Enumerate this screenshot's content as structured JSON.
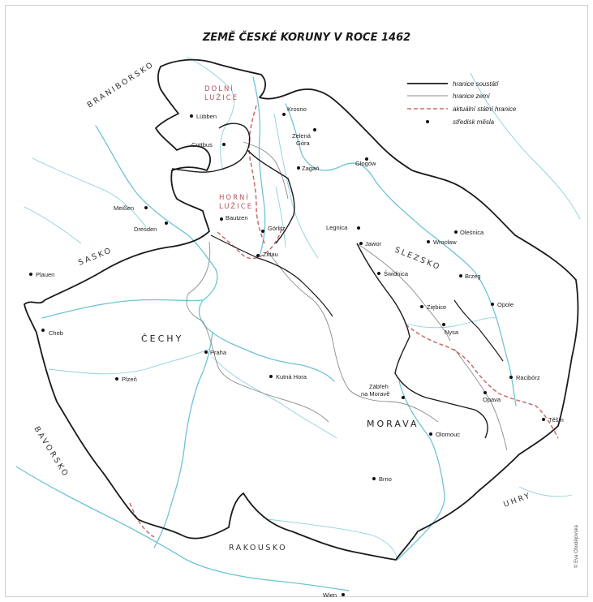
{
  "title": "ZEMĚ ČESKÉ KORUNY V ROCE 1462",
  "legend": {
    "items": [
      {
        "label": "hranice soustátí",
        "style": "outer",
        "color": "#1a1a1a"
      },
      {
        "label": "hranice zemí",
        "style": "land",
        "color": "#8a8a8a"
      },
      {
        "label": "aktuální státní hranice",
        "style": "state",
        "color": "#c96a6a"
      },
      {
        "label": "středisk měsla",
        "style": "dot",
        "color": "#111111"
      }
    ]
  },
  "regions": {
    "braniborsko": "BRANIBORSKO",
    "sasko": "SASKO",
    "bavorsko": "BAVORSKO",
    "rakousko": "RAKOUSKO",
    "uhry": "UHRY",
    "cechy": "ČECHY",
    "morava": "MORAVA",
    "slezsko": "SLEZSKO",
    "dolni_luzice_1": "DOLNÍ",
    "dolni_luzice_2": "LUŽICE",
    "horni_luzice_1": "HORNÍ",
    "horni_luzice_2": "LUŽICE"
  },
  "cities": {
    "lubben": "Lübben",
    "cottbus": "Cottbus",
    "krosno": "Krosno",
    "zelena_gora_1": "Zelená",
    "zelena_gora_2": "Góra",
    "zagan": "Zagań",
    "glogow": "Głogów",
    "meissen": "Meißen",
    "dresden": "Dresden",
    "bautzen": "Bautzen",
    "gorlitz": "Görlitz",
    "zittau": "Zittau",
    "legnica": "Legnica",
    "jawor": "Jawor",
    "olesnica": "Oleśnica",
    "wroclaw": "Wrocław",
    "swidnica": "Świdnica",
    "brzeg": "Brzeg",
    "plauen": "Plauen",
    "ziebice": "Ziębice",
    "opole": "Opole",
    "cheb": "Cheb",
    "nysa": "Nysa",
    "praha": "Praha",
    "plzen": "Plzeň",
    "kutna_hora": "Kutná Hora",
    "raciborz": "Racibórz",
    "zabreh_1": "Zábřeh",
    "zabreh_2": "na Moravě",
    "opava": "Opava",
    "tesin": "Těšín",
    "olomouc": "Olomouc",
    "brno": "Brno",
    "wien": "Wien"
  },
  "credit": "© Eva Chodějovská"
}
